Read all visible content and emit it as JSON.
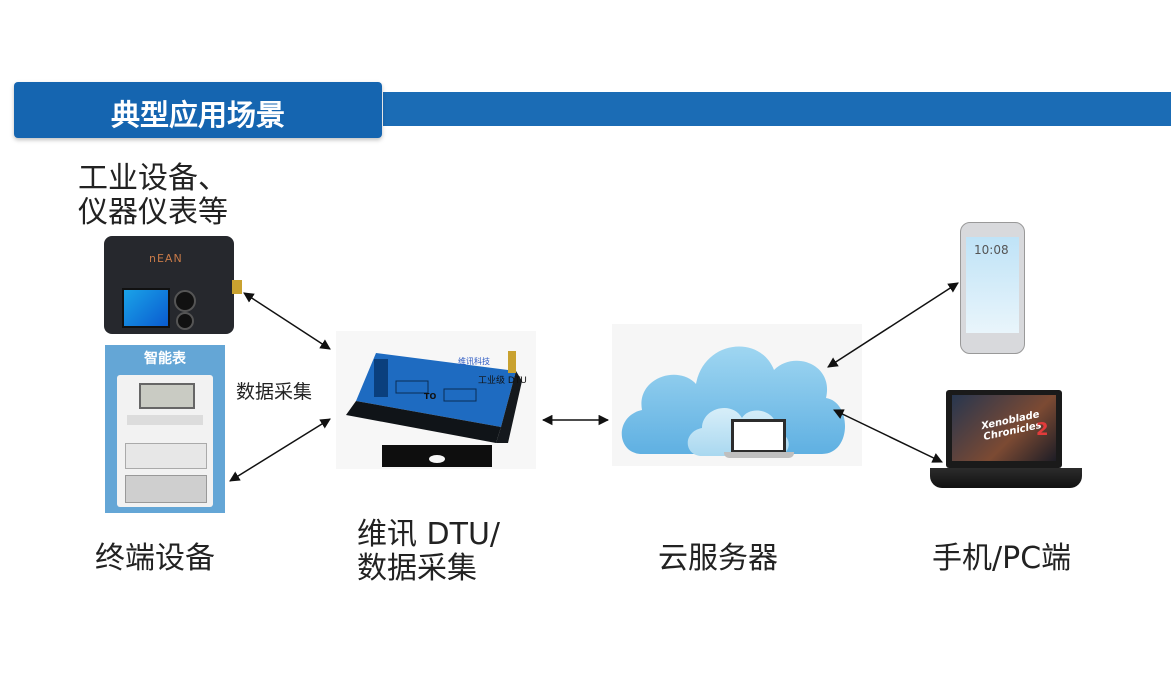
{
  "header": {
    "title": "典型应用场景"
  },
  "labels": {
    "industrial_line1": "工业设备、",
    "industrial_line2": "仪器仪表等",
    "data_collect": "数据采集",
    "terminal": "终端设备",
    "dtu_line1": "维讯 DTU/",
    "dtu_line2": "数据采集",
    "cloud": "云服务器",
    "client": "手机/PC端"
  },
  "devices": {
    "industrial_brand": "nEAN",
    "meter_title": "智能表",
    "dtu_brand": "维讯科技",
    "dtu_model": "工业级 DTU",
    "dtu_to": "TO",
    "phone_time": "10:08",
    "game_title_line1": "Xenoblade",
    "game_title_line2": "Chronicles",
    "game_number": "2"
  },
  "colors": {
    "band": "#1b6cb5",
    "tab": "#1565b0"
  }
}
